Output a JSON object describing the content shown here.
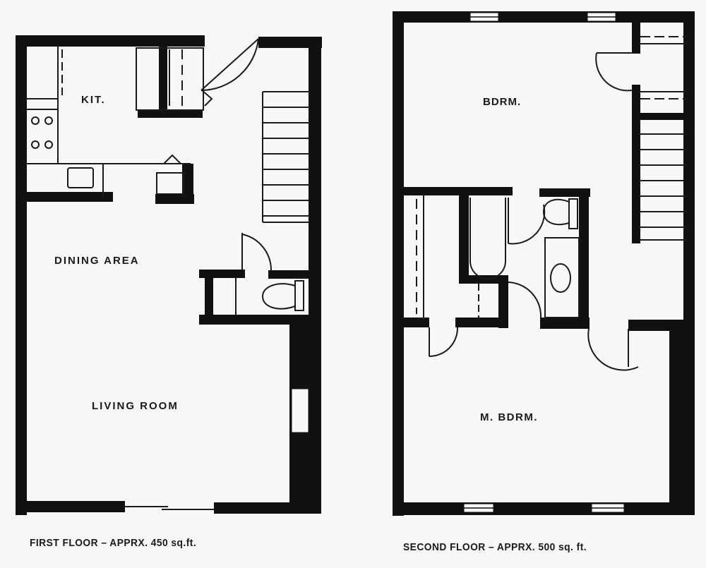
{
  "colors": {
    "background": "#f7f7f5",
    "wall": "#111111",
    "line": "#1a1a1a"
  },
  "first_floor": {
    "caption": "FIRST FLOOR – APPRX. 450 sq.ft.",
    "area_sqft": 450,
    "rooms": {
      "kitchen": "KIT.",
      "dining": "DINING AREA",
      "living": "LIVING ROOM"
    },
    "fixtures": [
      "range-icon",
      "sink-icon",
      "stairs-icon",
      "toilet-icon",
      "entry-door-icon",
      "closet-icon"
    ]
  },
  "second_floor": {
    "caption": "SECOND FLOOR – APPRX. 500 sq. ft.",
    "area_sqft": 500,
    "rooms": {
      "bedroom": "BDRM.",
      "master_bedroom": "M. BDRM."
    },
    "fixtures": [
      "bathtub-icon",
      "toilet-icon",
      "vanity-sink-icon",
      "stairs-icon",
      "closet-icon",
      "window-icon"
    ]
  }
}
